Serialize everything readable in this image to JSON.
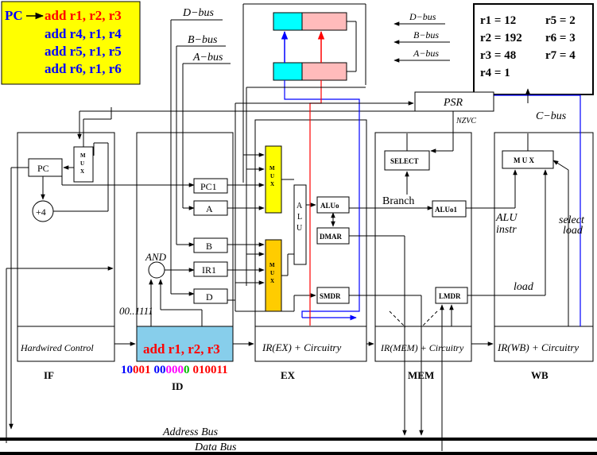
{
  "program": {
    "pc_label": "PC",
    "instructions": [
      "add r1, r2, r3",
      "add r4, r1, r4",
      "add r5, r1, r5",
      "add r6, r1, r6"
    ]
  },
  "registers": {
    "left": [
      "r1 = 12",
      "r2 = 192",
      "r3 = 48",
      "r4 = 1"
    ],
    "right": [
      "r5 = 2",
      "r6 = 3",
      "r7 = 4"
    ]
  },
  "buses": {
    "d_bus": "D−bus",
    "b_bus": "B−bus",
    "a_bus": "A−bus",
    "c_bus": "C−bus",
    "address_bus": "Address Bus",
    "data_bus": "Data Bus"
  },
  "stages": {
    "if": "IF",
    "id": "ID",
    "ex": "EX",
    "mem": "MEM",
    "wb": "WB"
  },
  "blocks": {
    "pc": "PC",
    "plus4": "+4",
    "pc1": "PC1",
    "a": "A",
    "b": "B",
    "ir1": "IR1",
    "d": "D",
    "and": "AND",
    "alu": "ALU",
    "mux": "MUX",
    "aluo": "ALUo",
    "dmar": "DMAR",
    "smdr": "SMDR",
    "select": "SELECT",
    "aluo1": "ALUo1",
    "lmdr": "LMDR",
    "psr": "PSR",
    "nzvc": "NZVC",
    "branch": "Branch",
    "hardwired_control": "Hardwired Control",
    "id_instruction": "add r1, r2, r3",
    "ir_ex": "IR(EX) + Circuitry",
    "ir_mem": "IR(MEM) + Circuitry",
    "ir_wb": "IR(WB) + Circuitry",
    "mask": "00..1111",
    "alu_instr_1": "ALU",
    "alu_instr_2": "instr",
    "select_load_1": "select",
    "select_load_2": "load",
    "load": "load"
  },
  "encoding": [
    {
      "text": "10",
      "color": "#0000ff"
    },
    {
      "text": "001",
      "color": "#ff0000"
    },
    {
      "text": "00",
      "color": "#0000ff"
    },
    {
      "text": "000",
      "color": "#ff00ff"
    },
    {
      "text": "0",
      "color": "#00bb00"
    },
    {
      "text": "010011",
      "color": "#ff0000"
    }
  ],
  "colors": {
    "program_bg": "#ffff00",
    "id_box": "#87ceeb",
    "mux_yellow": "#ffff00",
    "mux_orange": "#ffcc00",
    "reg_cyan": "#00ffff",
    "reg_pink": "#ffbbbb",
    "instr_red": "#ff0000",
    "instr_blue": "#0000ff"
  }
}
